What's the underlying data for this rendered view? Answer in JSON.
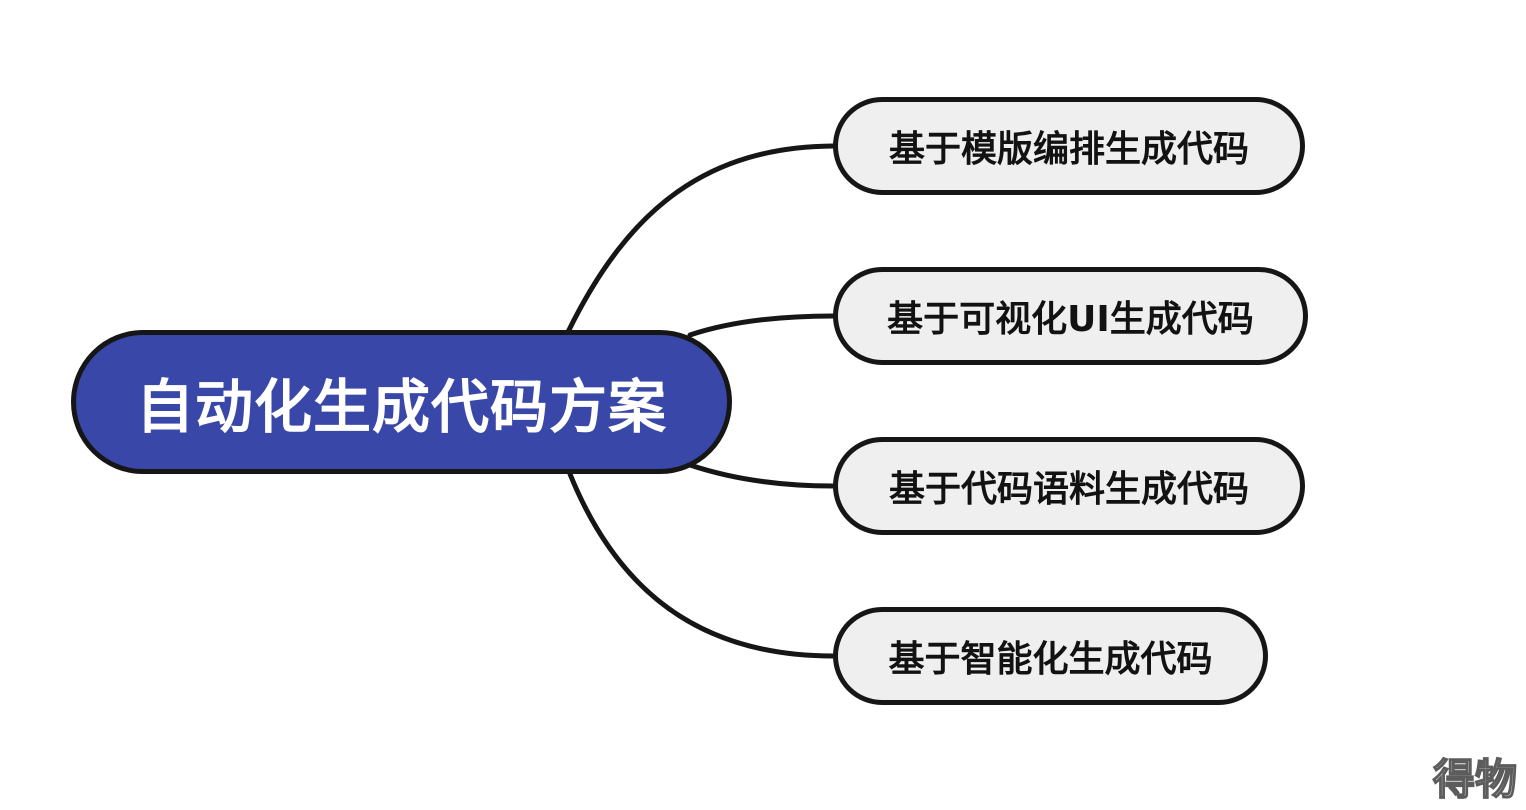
{
  "diagram": {
    "root": {
      "label": "自动化生成代码方案",
      "fill_color": "#3948a8",
      "text_color": "#ffffff"
    },
    "branches": [
      {
        "label": "基于模版编排生成代码"
      },
      {
        "label": "基于可视化UI生成代码"
      },
      {
        "label": "基于代码语料生成代码"
      },
      {
        "label": "基于智能化生成代码"
      }
    ],
    "branch_fill_color": "#efefef",
    "stroke_color": "#161616"
  },
  "watermark": {
    "text": "得物"
  }
}
